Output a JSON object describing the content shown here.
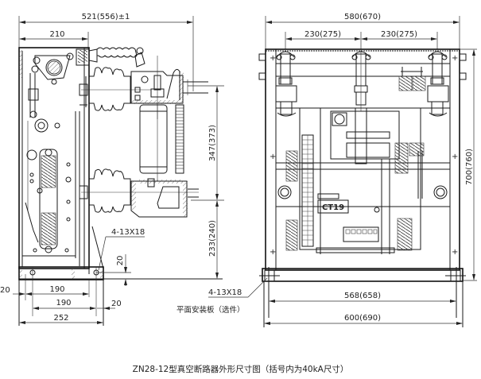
{
  "title": "ZN28-12型真空断路器外形尺寸图（括号内为40kA尺寸）",
  "side_view": {
    "overall_depth": "521(556)±1",
    "mech_depth": "210",
    "upper_terminal_height": "347(373)",
    "lower_terminal_height": "233(240)",
    "mount_holes": "4-13X18",
    "hole_offset_vertical": "20",
    "hole_offset_left": "20",
    "hole_pitch_a": "190",
    "hole_pitch_b": "190",
    "hole_offset_right": "20",
    "base_width": "252"
  },
  "front_view": {
    "overall_width": "580(670)",
    "phase_spacing_left": "230(275)",
    "phase_spacing_right": "230(275)",
    "overall_height": "700(760)",
    "mount_holes": "4-13X18",
    "mount_plate_note": "平面安装板（选件）",
    "hole_span": "568(658)",
    "plate_width": "600(690)",
    "mechanism_label": "CT19"
  }
}
